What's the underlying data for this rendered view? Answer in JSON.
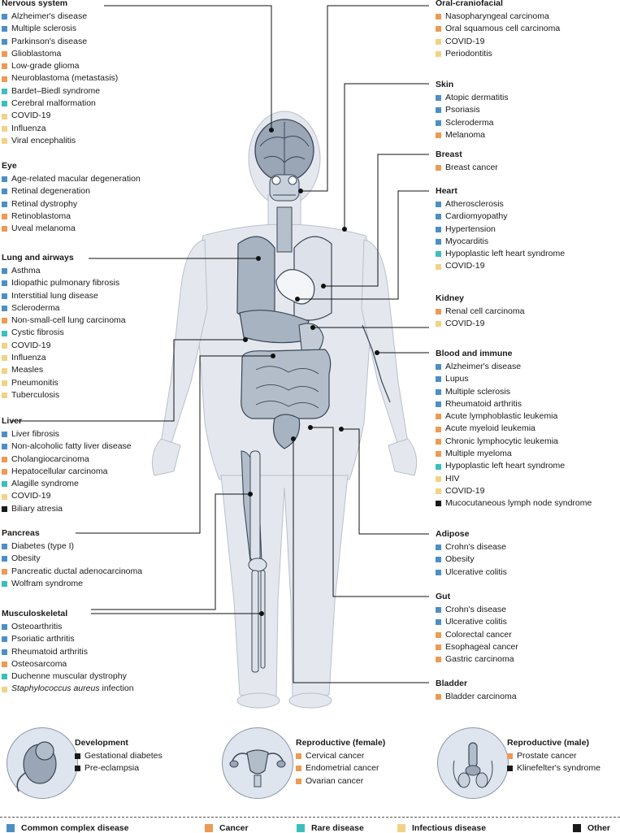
{
  "categories": {
    "common": {
      "label": "Common complex disease",
      "color": "#4d8fc4"
    },
    "cancer": {
      "label": "Cancer",
      "color": "#ec9a54"
    },
    "rare": {
      "label": "Rare disease",
      "color": "#3cbfbc"
    },
    "infectious": {
      "label": "Infectious disease",
      "color": "#f1d387"
    },
    "other": {
      "label": "Other",
      "color": "#1a1a1a"
    }
  },
  "panels": {
    "nervous": {
      "title": "Nervous system",
      "items": [
        {
          "t": "Alzheimer's disease",
          "c": "common"
        },
        {
          "t": "Multiple sclerosis",
          "c": "common"
        },
        {
          "t": "Parkinson's disease",
          "c": "common"
        },
        {
          "t": "Glioblastoma",
          "c": "cancer"
        },
        {
          "t": "Low-grade glioma",
          "c": "cancer"
        },
        {
          "t": "Neuroblastoma (metastasis)",
          "c": "cancer"
        },
        {
          "t": "Bardet–Biedl syndrome",
          "c": "rare"
        },
        {
          "t": "Cerebral malformation",
          "c": "rare"
        },
        {
          "t": "COVID-19",
          "c": "infectious"
        },
        {
          "t": "Influenza",
          "c": "infectious"
        },
        {
          "t": "Viral encephalitis",
          "c": "infectious"
        }
      ]
    },
    "eye": {
      "title": "Eye",
      "items": [
        {
          "t": "Age-related macular degeneration",
          "c": "common"
        },
        {
          "t": "Retinal degeneration",
          "c": "common"
        },
        {
          "t": "Retinal dystrophy",
          "c": "common"
        },
        {
          "t": "Retinoblastoma",
          "c": "cancer"
        },
        {
          "t": "Uveal melanoma",
          "c": "cancer"
        }
      ]
    },
    "lung": {
      "title": "Lung and airways",
      "items": [
        {
          "t": "Asthma",
          "c": "common"
        },
        {
          "t": "Idiopathic pulmonary fibrosis",
          "c": "common"
        },
        {
          "t": "Interstitial lung disease",
          "c": "common"
        },
        {
          "t": "Scleroderma",
          "c": "common"
        },
        {
          "t": "Non-small-cell lung carcinoma",
          "c": "cancer"
        },
        {
          "t": "Cystic fibrosis",
          "c": "rare"
        },
        {
          "t": "COVID-19",
          "c": "infectious"
        },
        {
          "t": "Influenza",
          "c": "infectious"
        },
        {
          "t": "Measles",
          "c": "infectious"
        },
        {
          "t": "Pneumonitis",
          "c": "infectious"
        },
        {
          "t": "Tuberculosis",
          "c": "infectious"
        }
      ]
    },
    "liver": {
      "title": "Liver",
      "items": [
        {
          "t": "Liver fibrosis",
          "c": "common"
        },
        {
          "t": "Non-alcoholic fatty liver disease",
          "c": "common"
        },
        {
          "t": "Cholangiocarcinoma",
          "c": "cancer"
        },
        {
          "t": "Hepatocellular carcinoma",
          "c": "cancer"
        },
        {
          "t": "Alagille syndrome",
          "c": "rare"
        },
        {
          "t": "COVID-19",
          "c": "infectious"
        },
        {
          "t": "Biliary atresia",
          "c": "other"
        }
      ]
    },
    "pancreas": {
      "title": "Pancreas",
      "items": [
        {
          "t": "Diabetes (type I)",
          "c": "common"
        },
        {
          "t": "Obesity",
          "c": "common"
        },
        {
          "t": "Pancreatic ductal adenocarcinoma",
          "c": "cancer"
        },
        {
          "t": "Wolfram syndrome",
          "c": "rare"
        }
      ]
    },
    "musculo": {
      "title": "Musculoskeletal",
      "items": [
        {
          "t": "Osteoarthritis",
          "c": "common"
        },
        {
          "t": "Psoriatic arthritis",
          "c": "common"
        },
        {
          "t": "Rheumatoid arthritis",
          "c": "common"
        },
        {
          "t": "Osteosarcoma",
          "c": "cancer"
        },
        {
          "t": "Duchenne muscular dystrophy",
          "c": "rare"
        },
        {
          "t": "Staphylococcus aureus infection",
          "c": "infectious",
          "italic_part": "Staphylococcus aureus",
          "rest": " infection"
        }
      ]
    },
    "oral": {
      "title": "Oral-craniofacial",
      "items": [
        {
          "t": "Nasopharyngeal carcinoma",
          "c": "cancer"
        },
        {
          "t": "Oral squamous cell carcinoma",
          "c": "cancer"
        },
        {
          "t": "COVID-19",
          "c": "infectious"
        },
        {
          "t": "Periodontitis",
          "c": "infectious"
        }
      ]
    },
    "skin": {
      "title": "Skin",
      "items": [
        {
          "t": "Atopic dermatitis",
          "c": "common"
        },
        {
          "t": "Psoriasis",
          "c": "common"
        },
        {
          "t": "Scleroderma",
          "c": "common"
        },
        {
          "t": "Melanoma",
          "c": "cancer"
        }
      ]
    },
    "breast": {
      "title": "Breast",
      "items": [
        {
          "t": "Breast cancer",
          "c": "cancer"
        }
      ]
    },
    "heart": {
      "title": "Heart",
      "items": [
        {
          "t": "Atherosclerosis",
          "c": "common"
        },
        {
          "t": "Cardiomyopathy",
          "c": "common"
        },
        {
          "t": "Hypertension",
          "c": "common"
        },
        {
          "t": "Myocarditis",
          "c": "common"
        },
        {
          "t": "Hypoplastic left heart syndrome",
          "c": "rare"
        },
        {
          "t": "COVID-19",
          "c": "infectious"
        }
      ]
    },
    "kidney": {
      "title": "Kidney",
      "items": [
        {
          "t": "Renal cell carcinoma",
          "c": "cancer"
        },
        {
          "t": "COVID-19",
          "c": "infectious"
        }
      ]
    },
    "blood": {
      "title": "Blood and immune",
      "items": [
        {
          "t": "Alzheimer's disease",
          "c": "common"
        },
        {
          "t": "Lupus",
          "c": "common"
        },
        {
          "t": "Multiple sclerosis",
          "c": "common"
        },
        {
          "t": "Rheumatoid arthritis",
          "c": "common"
        },
        {
          "t": "Acute lymphoblastic leukemia",
          "c": "cancer"
        },
        {
          "t": "Acute myeloid leukemia",
          "c": "cancer"
        },
        {
          "t": "Chronic lymphocytic leukemia",
          "c": "cancer"
        },
        {
          "t": "Multiple myeloma",
          "c": "cancer"
        },
        {
          "t": "Hypoplastic left heart syndrome",
          "c": "rare"
        },
        {
          "t": "HIV",
          "c": "infectious"
        },
        {
          "t": "COVID-19",
          "c": "infectious"
        },
        {
          "t": "Mucocutaneous lymph node syndrome",
          "c": "other"
        }
      ]
    },
    "adipose": {
      "title": "Adipose",
      "items": [
        {
          "t": "Crohn's disease",
          "c": "common"
        },
        {
          "t": "Obesity",
          "c": "common"
        },
        {
          "t": "Ulcerative colitis",
          "c": "common"
        }
      ]
    },
    "gut": {
      "title": "Gut",
      "items": [
        {
          "t": "Crohn's disease",
          "c": "common"
        },
        {
          "t": "Ulcerative colitis",
          "c": "common"
        },
        {
          "t": "Colorectal cancer",
          "c": "cancer"
        },
        {
          "t": "Esophageal cancer",
          "c": "cancer"
        },
        {
          "t": "Gastric carcinoma",
          "c": "cancer"
        }
      ]
    },
    "bladder": {
      "title": "Bladder",
      "items": [
        {
          "t": "Bladder carcinoma",
          "c": "cancer"
        }
      ]
    },
    "development": {
      "title": "Development",
      "items": [
        {
          "t": "Gestational diabetes",
          "c": "other"
        },
        {
          "t": "Pre-eclampsia",
          "c": "other"
        }
      ]
    },
    "repro_f": {
      "title": "Reproductive (female)",
      "items": [
        {
          "t": "Cervical cancer",
          "c": "cancer"
        },
        {
          "t": "Endometrial cancer",
          "c": "cancer"
        },
        {
          "t": "Ovarian cancer",
          "c": "cancer"
        }
      ]
    },
    "repro_m": {
      "title": "Reproductive (male)",
      "items": [
        {
          "t": "Prostate cancer",
          "c": "cancer"
        },
        {
          "t": "Klinefelter's syndrome",
          "c": "other"
        }
      ]
    }
  }
}
